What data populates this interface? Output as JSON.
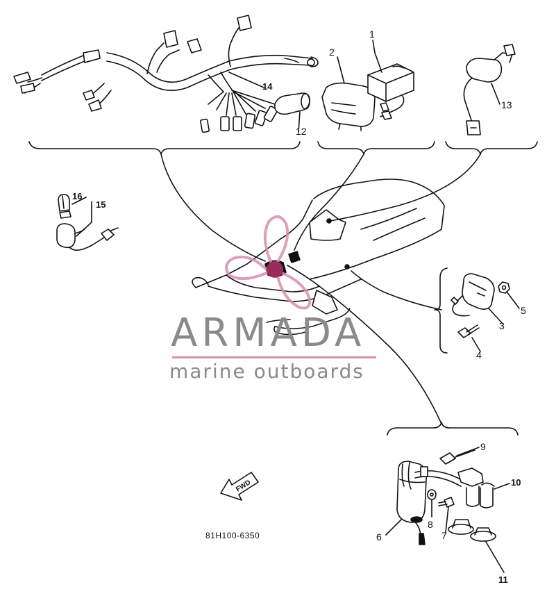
{
  "watermark": {
    "brand": "ARMADA",
    "tagline": "marine outboards",
    "colors": {
      "text": "#8a8a8a",
      "accent": "#d98fb0"
    }
  },
  "diagram": {
    "part_number": "81H100-6350",
    "fwd_label": "FWD",
    "callouts": [
      {
        "id": "c1",
        "label": "1"
      },
      {
        "id": "c2",
        "label": "2"
      },
      {
        "id": "c3",
        "label": "3"
      },
      {
        "id": "c4",
        "label": "4"
      },
      {
        "id": "c5",
        "label": "5"
      },
      {
        "id": "c6",
        "label": "6"
      },
      {
        "id": "c7",
        "label": "7"
      },
      {
        "id": "c8",
        "label": "8"
      },
      {
        "id": "c9",
        "label": "9"
      },
      {
        "id": "c10",
        "label": "10"
      },
      {
        "id": "c11",
        "label": "11"
      },
      {
        "id": "c12",
        "label": "12"
      },
      {
        "id": "c13",
        "label": "13"
      },
      {
        "id": "c14",
        "label": "14"
      },
      {
        "id": "c15",
        "label": "15"
      },
      {
        "id": "c16",
        "label": "16"
      }
    ]
  }
}
